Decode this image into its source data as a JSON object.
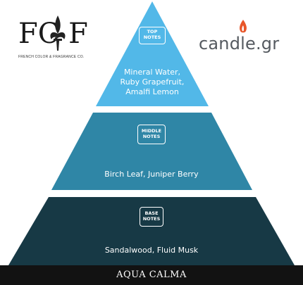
{
  "logos": {
    "fcf_letters": "FC F",
    "fcf_subtitle": "FRENCH COLOR & FRAGRANCE CO.",
    "candle": "candle.gr"
  },
  "tiers": [
    {
      "badge": "TOP\nNOTES",
      "notes": "Mineral Water,\nRuby Grapefruit,\nAmalfi Lemon",
      "color": "#52b8e8"
    },
    {
      "badge": "MIDDLE\nNOTES",
      "notes": "Birch Leaf, Juniper Berry",
      "color": "#2f86a6"
    },
    {
      "badge": "BASE\nNOTES",
      "notes": "Sandalwood, Fluid Musk",
      "color": "#173945"
    }
  ],
  "product": {
    "name": "AQUA CALMA",
    "bar_color": "#121212"
  },
  "colors": {
    "flame_outer": "#e8562a",
    "flame_inner": "#ffffff",
    "logo_gray": "#555a60"
  }
}
